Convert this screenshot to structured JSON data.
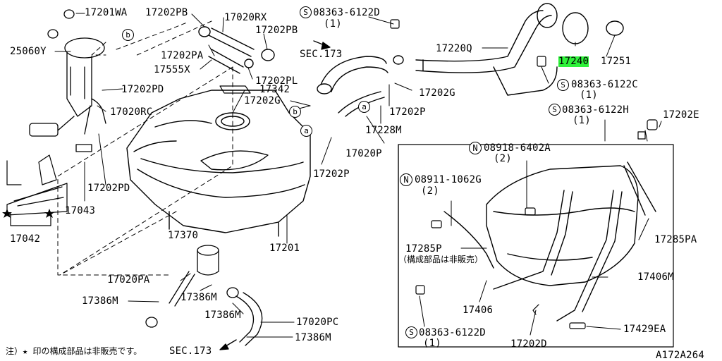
{
  "labels": {
    "l17201WA": "17201WA",
    "l25060Y": "25060Y",
    "l17202PB_a": "17202PB",
    "l17020RX": "17020RX",
    "l17202PB_b": "17202PB",
    "l17202PA": "17202PA",
    "l17555X": "17555X",
    "lSEC173_top": "SEC.173",
    "l17202PL": "17202PL",
    "l08363_6122D_top": "08363-6122D",
    "l08363_6122D_top_qty": "(1)",
    "l17220Q": "17220Q",
    "l17240": "17240",
    "l17251": "17251",
    "l08363_6122C": "08363-6122C",
    "l08363_6122C_qty": "(1)",
    "l17202PD_a": "17202PD",
    "l17342": "17342",
    "l17202G_a": "17202G",
    "l17202G_b": "17202G",
    "l17020RC": "17020RC",
    "l17202P_a": "17202P",
    "l17228M": "17228M",
    "l08363_6122H": "08363-6122H",
    "l08363_6122H_qty": "(1)",
    "l17202E": "17202E",
    "l17020P": "17020P",
    "l17202P_b": "17202P",
    "l08918_6402A": "08918-6402A",
    "l08918_6402A_qty": "(2)",
    "l08911_1062G": "08911-1062G",
    "l08911_1062G_qty": "(2)",
    "l17202PD_b": "17202PD",
    "l17043": "17043",
    "l17042": "17042",
    "l17370": "17370",
    "l17201": "17201",
    "l17285PA": "17285PA",
    "l17285P": "17285P",
    "l17285P_note": "（構成部品は非販売）",
    "l17020PA": "17020PA",
    "l17386M_a": "17386M",
    "l17386M_b": "17386M",
    "l17386M_c": "17386M",
    "l17406M": "17406M",
    "l17406": "17406",
    "l17020PC": "17020PC",
    "l17429EA": "17429EA",
    "l17386M_d": "17386M",
    "l08363_6122D_bot": "08363-6122D",
    "l08363_6122D_bot_qty": "(1)",
    "l17202D": "17202D",
    "lSEC173_bot": "SEC.173",
    "footnote": "注）★ 印の構成部品は非販売です。",
    "diagram_code": "A172A264"
  },
  "callouts": {
    "b_top": "b",
    "b_mid": "b",
    "a_mid": "a",
    "a_right": "a"
  },
  "prefix": {
    "S": "S",
    "N": "N"
  },
  "colors": {
    "highlight": "#2ef23a",
    "ink": "#000000",
    "background": "#ffffff"
  }
}
